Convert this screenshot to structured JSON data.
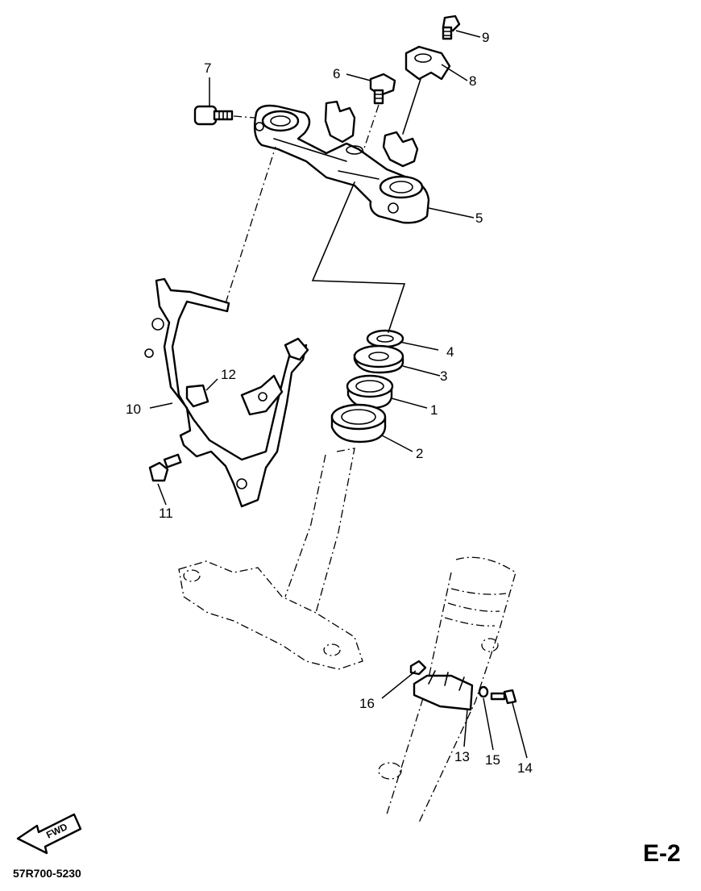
{
  "sheet": {
    "id": "E-2",
    "drawing_code": "57R700-5230",
    "fwd_label": "FWD"
  },
  "callouts": [
    {
      "n": "1",
      "label": "1"
    },
    {
      "n": "2",
      "label": "2"
    },
    {
      "n": "3",
      "label": "3"
    },
    {
      "n": "4",
      "label": "4"
    },
    {
      "n": "5",
      "label": "5"
    },
    {
      "n": "6",
      "label": "6"
    },
    {
      "n": "7",
      "label": "7"
    },
    {
      "n": "8",
      "label": "8"
    },
    {
      "n": "9",
      "label": "9"
    },
    {
      "n": "10",
      "label": "10"
    },
    {
      "n": "11",
      "label": "11"
    },
    {
      "n": "12",
      "label": "12"
    },
    {
      "n": "13",
      "label": "13"
    },
    {
      "n": "14",
      "label": "14"
    },
    {
      "n": "15",
      "label": "15"
    },
    {
      "n": "16",
      "label": "16"
    }
  ]
}
